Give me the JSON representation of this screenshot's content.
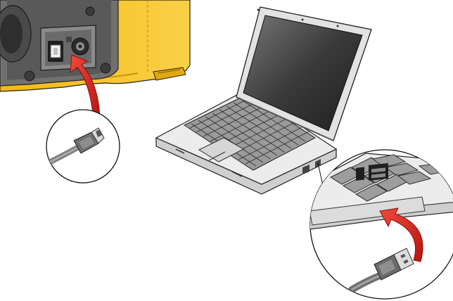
{
  "illustration": {
    "elements": {
      "meter": "meter-with-usb-mini-port",
      "mini_usb_cable": "mini-usb-cable-closeup",
      "laptop": "laptop-computer",
      "laptop_port": "laptop-usb-port-closeup",
      "usb_a_cable": "usb-a-cable-closeup"
    },
    "arrows": {
      "meter_connect": "red-arrow-plug-into-meter",
      "laptop_connect": "red-arrow-plug-into-laptop"
    }
  },
  "colors": {
    "meter_yellow": "#f6c21c",
    "meter_yellow_dark": "#c9950a",
    "meter_grey": "#6f6f6f",
    "meter_dark": "#3a3a3a",
    "arrow_red": "#e0241b",
    "arrow_red_dark": "#a8120c",
    "laptop_body": "#e6e6e6",
    "laptop_outline": "#222222",
    "screen_dark": "#2a2a2a",
    "screen_light": "#6e6e6e",
    "cable_grey": "#9a9a9a"
  }
}
